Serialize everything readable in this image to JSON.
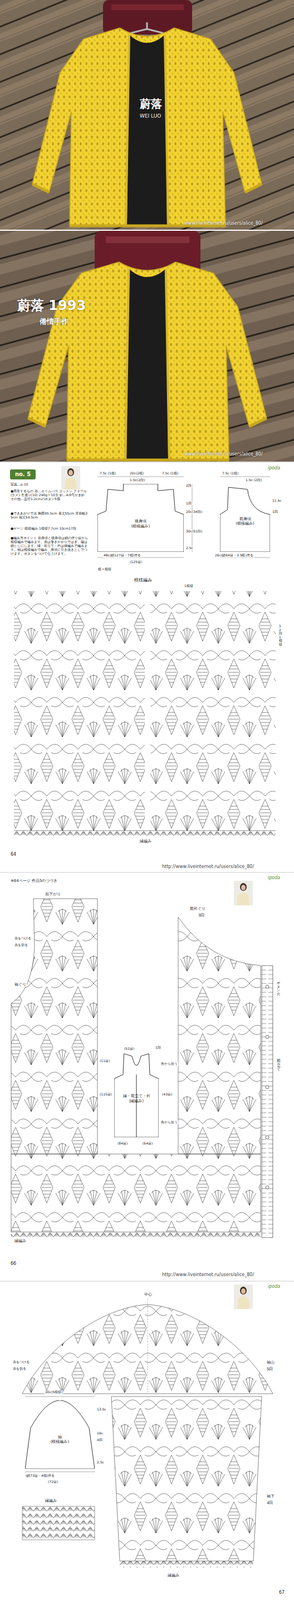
{
  "diagram": {
    "nodes": [
      {
        "text": [
          "no. 5"
        ]
      },
      {
        "text": [
          "後身頃",
          "(模様編み)"
        ]
      },
      {
        "text": [
          "前身頃",
          "(模様編み)"
        ]
      },
      {
        "text": [
          "縁・前立て・衿",
          "(縁編み)"
        ]
      },
      {
        "text": [
          "袖",
          "(模様編み)"
        ]
      }
    ],
    "labels": [
      "蔚落",
      "WEI LUO",
      "www.liveinternet.ru/users/alice_80/",
      "蔚落 1993",
      "倦情手作",
      "www.liveinternet.ru/users/alice_80/",
      "ipoda",
      "写真…p.10",
      "●用意するもの 糸…オリムパス コットン クオール(ラメ) 生成り(10) 290g＝10玉 針…4/0号かぎ針 その他…直径1.2cmのボタン5個",
      "●できあがり寸法 胸囲95.5cm 着丈55cm 背肩幅35cm 袖丈54.5cm",
      "●ゲージ 模様編み 1模様7.7cm 10cm17段",
      "●編み方ポイント 前身頃と後身頃は鎖の作り目から模様編みで編みます。肩は巻きかがりではぎ、脇は鎖とじにします。縁・前立て・衿は縁編みで編みます。袖は模様編みで編み、身頃に引き抜きとじでつけます。ボタンをつけて仕上げます。",
      "7.5c (1模)",
      "20c(2模)",
      "7.5c (1模)",
      "1.5c(2段)",
      "2段",
      "1回",
      "20c(34段)",
      "30c(51段)",
      "48c(鎖127目・7模)作る",
      "(125目)",
      "2.5c",
      "模＝模様",
      "7.5c (1模)",
      "1.5c (2段)",
      "11.5c",
      "1回",
      "26c(鎖64目・3.5模)作る",
      "模様編み",
      "1模様",
      "12段1模様",
      "縁編み",
      "64",
      "http://www.liveinternet.ru/users/alice_80/",
      "ipoda",
      "※64ページ 作品5のつづき",
      "肩下がり",
      "前衿ぐり",
      "3回",
      "袖ぐり",
      "糸をつける",
      "糸を切る",
      "ボタン穴",
      "前立て",
      "縁編み",
      "66",
      "http://www.liveinternet.ru/users/alice_80/",
      "1段",
      "(51目)",
      "(11目)",
      "角から拾う",
      "(115目)",
      "(43目)",
      "角から拾う",
      "(84目)",
      "(64目)",
      "ipoda",
      "中心",
      "袖山",
      "5回",
      "糸をつける",
      "糸を切る",
      "30c(5模様)",
      "13.5c",
      "19c",
      "4回",
      "2.5c",
      "(鎖73目・4模)作る",
      "(72目)",
      "縁編み",
      "袖下",
      "4回",
      "縁編み",
      "67"
    ]
  }
}
